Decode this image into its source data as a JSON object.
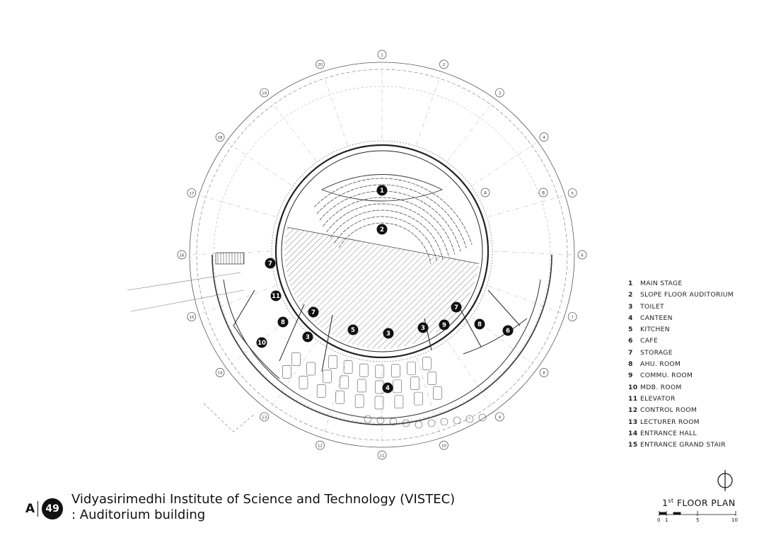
{
  "diagram": {
    "room_markers": [
      {
        "n": "1"
      },
      {
        "n": "2"
      },
      {
        "n": "7"
      },
      {
        "n": "11"
      },
      {
        "n": "7"
      },
      {
        "n": "8"
      },
      {
        "n": "3"
      },
      {
        "n": "10"
      },
      {
        "n": "5"
      },
      {
        "n": "3"
      },
      {
        "n": "3"
      },
      {
        "n": "7"
      },
      {
        "n": "9"
      },
      {
        "n": "8"
      },
      {
        "n": "6"
      },
      {
        "n": "4"
      }
    ],
    "grid_markers": [
      "1",
      "2",
      "3",
      "4",
      "5",
      "6",
      "7",
      "8",
      "9",
      "10",
      "11",
      "12",
      "13",
      "14",
      "15",
      "16",
      "17",
      "18",
      "19",
      "20",
      "A",
      "B"
    ]
  },
  "legend": {
    "items": [
      {
        "num": "1",
        "label": "MAIN STAGE"
      },
      {
        "num": "2",
        "label": "SLOPE FLOOR AUDITORIUM"
      },
      {
        "num": "3",
        "label": "TOILET"
      },
      {
        "num": "4",
        "label": "CANTEEN"
      },
      {
        "num": "5",
        "label": "KITCHEN"
      },
      {
        "num": "6",
        "label": "CAFE"
      },
      {
        "num": "7",
        "label": "STORAGE"
      },
      {
        "num": "8",
        "label": "AHU. ROOM"
      },
      {
        "num": "9",
        "label": "COMMU. ROOM"
      },
      {
        "num": "10",
        "label": "MDB. ROOM"
      },
      {
        "num": "11",
        "label": "ELEVATOR"
      },
      {
        "num": "12",
        "label": "CONTROL ROOM"
      },
      {
        "num": "13",
        "label": "LECTURER ROOM"
      },
      {
        "num": "14",
        "label": "ENTRANCE HALL"
      },
      {
        "num": "15",
        "label": "ENTRANCE GRAND STAIR"
      }
    ]
  },
  "sheet": {
    "letter": "A",
    "number": "49",
    "title_line1": "Vidyasirimedhi Institute of Science and Technology (VISTEC)",
    "title_line2": ": Auditorium building"
  },
  "plan_label": {
    "ordinal": "1",
    "ordinal_suffix": "st",
    "text": "FLOOR PLAN"
  },
  "scale": {
    "ticks": [
      "0",
      "1",
      "5",
      "10"
    ]
  },
  "colors": {
    "ink": "#111111",
    "line": "#444444",
    "light": "#9a9a9a"
  }
}
